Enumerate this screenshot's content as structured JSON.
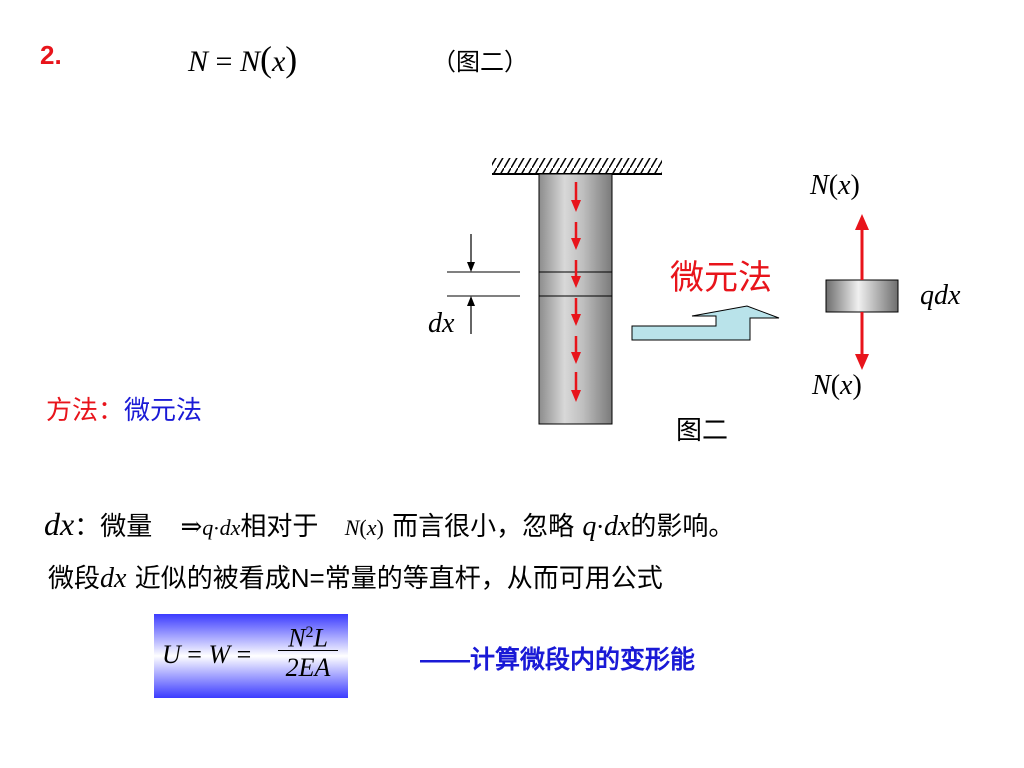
{
  "heading": {
    "number": "2.",
    "formula": {
      "lhs": "N",
      "eq": "=",
      "fn": "N",
      "lparen": "(",
      "var": "x",
      "rparen": ")"
    },
    "figure_ref": "（图二）"
  },
  "diagram": {
    "label_dx": "dx",
    "method_label": "微元法",
    "top_force": {
      "fn": "N",
      "lparen": "(",
      "var": "x",
      "rparen": ")"
    },
    "bottom_force": {
      "fn": "N",
      "lparen": "(",
      "var": "x",
      "rparen": ")"
    },
    "side_label": "qdx",
    "caption": "图二"
  },
  "method": {
    "label": "方法：",
    "value": "微元法"
  },
  "explanation": {
    "line1": {
      "dx": "dx",
      "colon_text": "：微量",
      "implies": "⇒",
      "q": "q",
      "dot": "·",
      "dx2": "dx",
      "relative": "相对于",
      "N": "N",
      "lp": "(",
      "x": "x",
      "rp": ")",
      "rest": "而言很小，忽略",
      "q2": "q",
      "dot2": "·",
      "dx3": "dx",
      "tail": "的影响。"
    },
    "line2": {
      "prefix": "微段",
      "dx": "dx",
      "middle": "近似的被看成",
      "const": "N=",
      "suffix": "常量的等直杆，从而可用公式"
    }
  },
  "formula": {
    "U": "U",
    "eq1": "=",
    "W": "W",
    "eq2": "=",
    "num_N": "N",
    "num_sup": "2",
    "num_L": "L",
    "den": "2EA",
    "note": "——计算微段内的变形能"
  },
  "colors": {
    "red": "#e8141b",
    "blue": "#1a1ad6",
    "rod": "#b0b0b0",
    "arrow_fill": "#b9e3ea"
  }
}
